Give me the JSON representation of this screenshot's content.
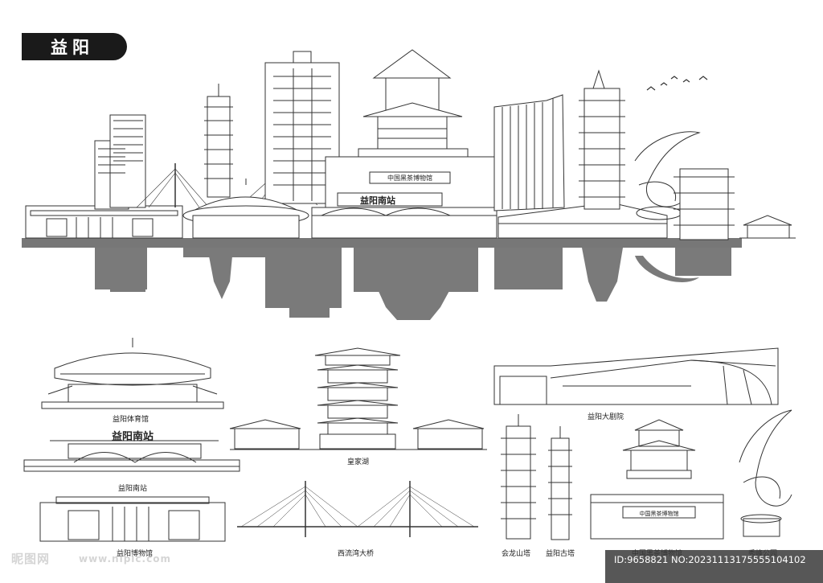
{
  "title": "益阳",
  "skyline_signs": {
    "museum": "中国黑茶博物馆",
    "station": "益阳南站"
  },
  "vignette_signs": {
    "station": "益阳南站",
    "museum": "中国黑茶博物馆"
  },
  "landmarks": [
    {
      "id": "stadium",
      "label": "益阳体育馆"
    },
    {
      "id": "south-station",
      "label": "益阳南站"
    },
    {
      "id": "museum",
      "label": "益阳博物馆"
    },
    {
      "id": "huangjia-lake",
      "label": "皇家湖"
    },
    {
      "id": "xiliuwan-bridge",
      "label": "西流湾大桥"
    },
    {
      "id": "theatre",
      "label": "益阳大剧院"
    },
    {
      "id": "huilong-tower",
      "label": "会龙山塔"
    },
    {
      "id": "yiyang-tower",
      "label": "益阳古塔"
    },
    {
      "id": "black-tea-museum",
      "label": "中国黑茶博物馆"
    },
    {
      "id": "xiufeng-park",
      "label": "秀峰公园"
    }
  ],
  "watermark": {
    "brand": "昵图网",
    "url": "www.nipic.com",
    "id_line": "ID:9658821 NO:20231113175555104102"
  }
}
